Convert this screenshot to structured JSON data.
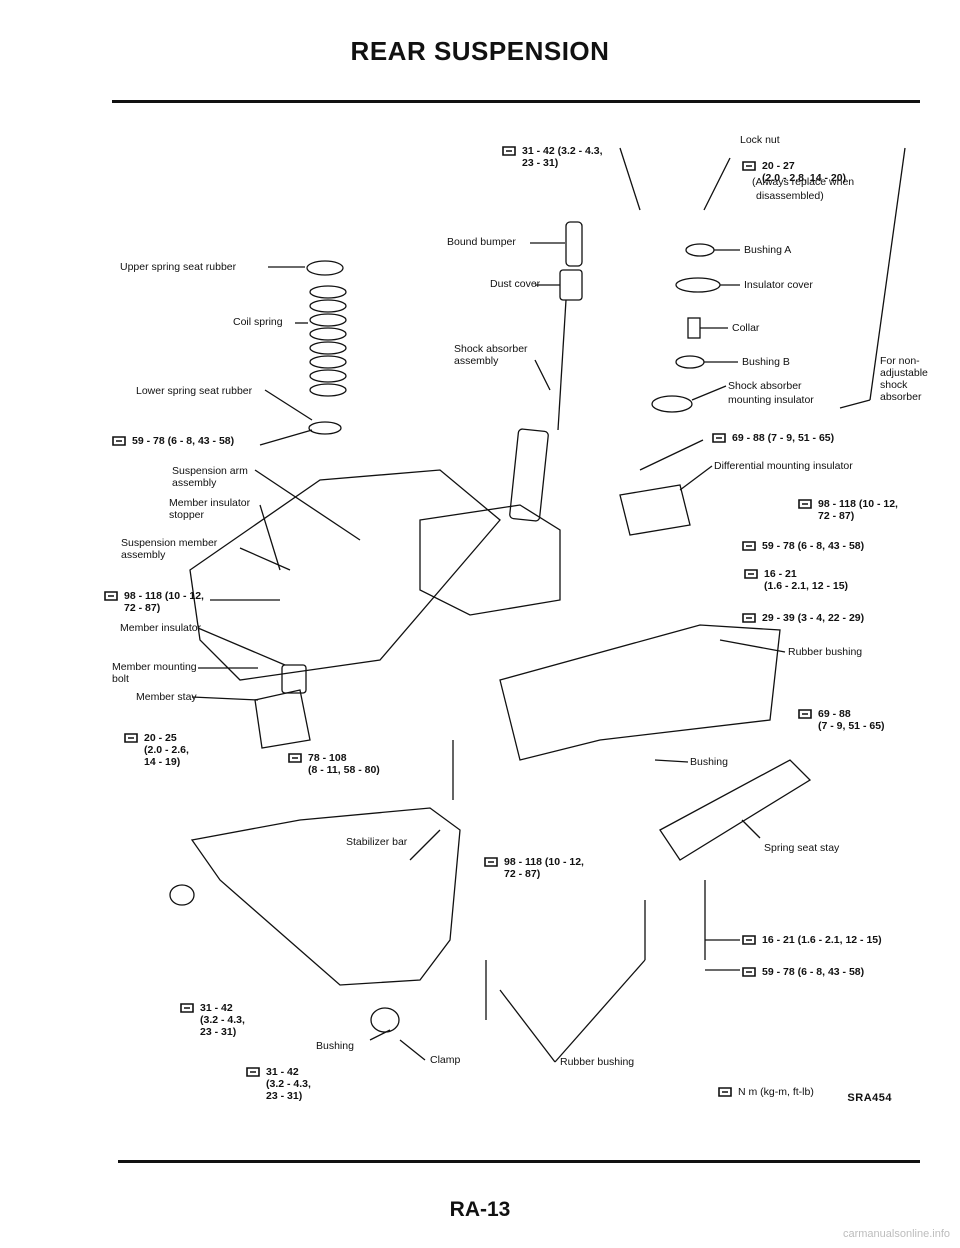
{
  "title": "REAR SUSPENSION",
  "diagram_code": "SRA454",
  "page_number": "RA-13",
  "watermark": "carmanualsonline.info",
  "labels": {
    "lock_nut": "Lock nut",
    "always_replace": "(Always replace when",
    "disassembled": "disassembled)",
    "bound_bumper": "Bound bumper",
    "upper_spring_seat_rubber": "Upper spring seat rubber",
    "bushing_a": "Bushing A",
    "dust_cover": "Dust cover",
    "insulator_cover": "Insulator cover",
    "coil_spring": "Coil spring",
    "collar": "Collar",
    "shock_absorber_assembly_1": "Shock absorber",
    "shock_absorber_assembly_2": "assembly",
    "bushing_b": "Bushing B",
    "non_adjustable_1": "For non-",
    "non_adjustable_2": "adjustable",
    "non_adjustable_3": "shock",
    "non_adjustable_4": "absorber",
    "lower_spring_seat_rubber": "Lower spring seat rubber",
    "shock_mount_insulator_1": "Shock absorber",
    "shock_mount_insulator_2": "mounting insulator",
    "differential_mounting_insulator": "Differential mounting insulator",
    "suspension_arm_1": "Suspension arm",
    "suspension_arm_2": "assembly",
    "member_insulator_stopper_1": "Member insulator",
    "member_insulator_stopper_2": "stopper",
    "suspension_member_1": "Suspension member",
    "suspension_member_2": "assembly",
    "member_insulator": "Member insulator",
    "member_mounting_bolt_1": "Member mounting",
    "member_mounting_bolt_2": "bolt",
    "member_stay": "Member stay",
    "rubber_bushing_top": "Rubber bushing",
    "bushing_mid": "Bushing",
    "spring_seat_stay": "Spring seat stay",
    "stabilizer_bar": "Stabilizer bar",
    "bushing_bottom": "Bushing",
    "clamp": "Clamp",
    "rubber_bushing_bottom": "Rubber bushing",
    "legend_units": "N m (kg-m, ft-lb)"
  },
  "torques": {
    "t_top": "31 - 42 (3.2 - 4.3,\n23 - 31)",
    "t_lock": "20 - 27\n(2.0 - 2.8, 14 - 20)",
    "t_59_left": "59 - 78 (6 - 8, 43 - 58)",
    "t_69_mid": "69 - 88 (7 - 9, 51 - 65)",
    "t_98_right": "98 - 118 (10 - 12,\n72 - 87)",
    "t_59_right": "59 - 78 (6 - 8, 43 - 58)",
    "t_16_right": "16 - 21\n(1.6 - 2.1, 12 - 15)",
    "t_29_right": "29 - 39 (3 - 4, 22 - 29)",
    "t_98_left": "98 - 118 (10 - 12,\n72 - 87)",
    "t_69_far": "69 - 88\n(7 - 9, 51 - 65)",
    "t_20_left": "20 - 25\n(2.0 - 2.6,\n14 - 19)",
    "t_78": "78 - 108\n(8 - 11, 58 - 80)",
    "t_98_bottom": "98 - 118 (10 - 12,\n72 - 87)",
    "t_16_bottom": "16 - 21 (1.6 - 2.1, 12 - 15)",
    "t_59_bottom": "59 - 78 (6 - 8, 43 - 58)",
    "t_31_left": "31 - 42\n(3.2 - 4.3,\n23 - 31)",
    "t_31_bottom": "31 - 42\n(3.2 - 4.3,\n23 - 31)"
  }
}
